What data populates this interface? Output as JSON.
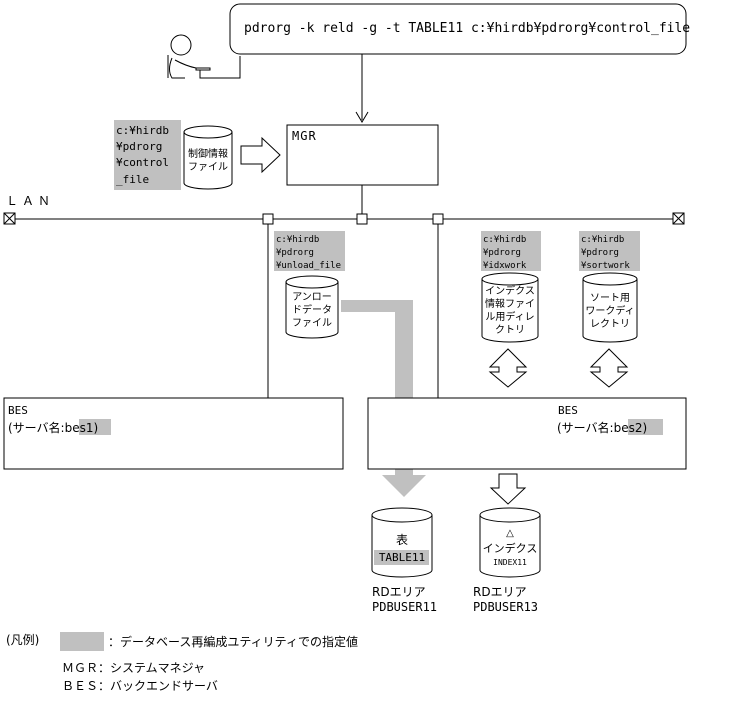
{
  "command": "pdrorg -k reld -g -t TABLE11 c:¥hirdb¥pdrorg¥control_file",
  "lan_label": "ＬＡＮ",
  "mgr": {
    "label": "MGR",
    "control_path": [
      "c:¥hirdb",
      "¥pdrorg",
      "¥control",
      "_file"
    ],
    "control_file": [
      "制御情報",
      "ファイル"
    ]
  },
  "bes1": {
    "label": "BES",
    "server_prefix": "(サーバ名:",
    "server_name": "bes1",
    "server_suffix": ")",
    "unload_path": [
      "c:¥hirdb",
      "¥pdrorg",
      "¥unload_file"
    ],
    "unload_file": [
      "アンロー",
      "ドデータ",
      "ファイル"
    ]
  },
  "bes2": {
    "label": "BES",
    "server_prefix": "(サーバ名:",
    "server_name": "bes2",
    "server_suffix": ")",
    "idx_path": [
      "c:¥hirdb",
      "¥pdrorg",
      "¥idxwork"
    ],
    "idx_dir": [
      "インデクス",
      "情報ファイ",
      "ル用ディレ",
      "クトリ"
    ],
    "sort_path": [
      "c:¥hirdb",
      "¥pdrorg",
      "¥sortwork"
    ],
    "sort_dir": [
      "ソート用",
      "ワークディ",
      "レクトリ"
    ]
  },
  "table_db": {
    "title": "表",
    "name": "TABLE11",
    "area_label": "RDエリア",
    "area_name": "PDBUSER11"
  },
  "index_db": {
    "mark": "△",
    "title": "インデクス",
    "name": "INDEX11",
    "area_label": "RDエリア",
    "area_name": "PDBUSER13"
  },
  "legend": {
    "title": "(凡例)",
    "spec_value": "：データベース再編成ユティリティでの指定値",
    "mgr_def": "ＭＧＲ：システムマネジャ",
    "bes_def": "ＢＥＳ：バックエンドサーバ"
  },
  "colors": {
    "highlight": "#c0c0c0",
    "line": "#000000",
    "background": "#ffffff"
  }
}
